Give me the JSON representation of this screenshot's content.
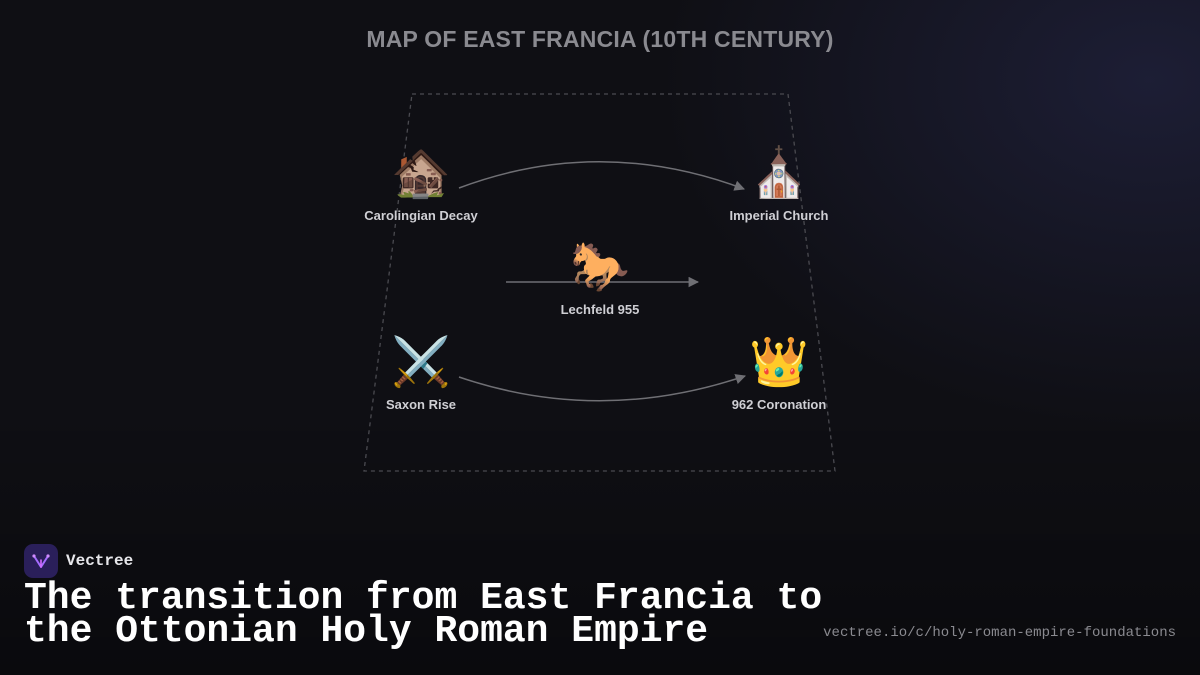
{
  "diagram": {
    "title": "MAP OF EAST FRANCIA (10TH CENTURY)",
    "nodes": [
      {
        "id": "carolingian",
        "emoji": "🏚️",
        "label": "Carolingian Decay",
        "icon": "derelict-house-icon"
      },
      {
        "id": "church",
        "emoji": "⛪",
        "label": "Imperial Church",
        "icon": "church-icon"
      },
      {
        "id": "lechfeld",
        "emoji": "🐎",
        "label": "Lechfeld 955",
        "icon": "horse-icon"
      },
      {
        "id": "saxon",
        "emoji": "⚔️",
        "label": "Saxon Rise",
        "icon": "crossed-swords-icon"
      },
      {
        "id": "coronation",
        "emoji": "👑",
        "label": "962 Coronation",
        "icon": "crown-icon"
      }
    ],
    "edges": [
      {
        "from": "carolingian",
        "to": "church"
      },
      {
        "from": "lechfeld",
        "to": "lechfeld-east"
      },
      {
        "from": "saxon",
        "to": "coronation"
      }
    ]
  },
  "brand": {
    "name": "Vectree",
    "logo_icon": "vectree-logo-icon"
  },
  "headline": "The transition from East Francia to the Ottonian Holy Roman Empire",
  "url": "vectree.io/c/holy-roman-empire-foundations",
  "colors": {
    "background": "#0f0f14",
    "accent": "#7c4dff",
    "line": "#6f6f74"
  }
}
